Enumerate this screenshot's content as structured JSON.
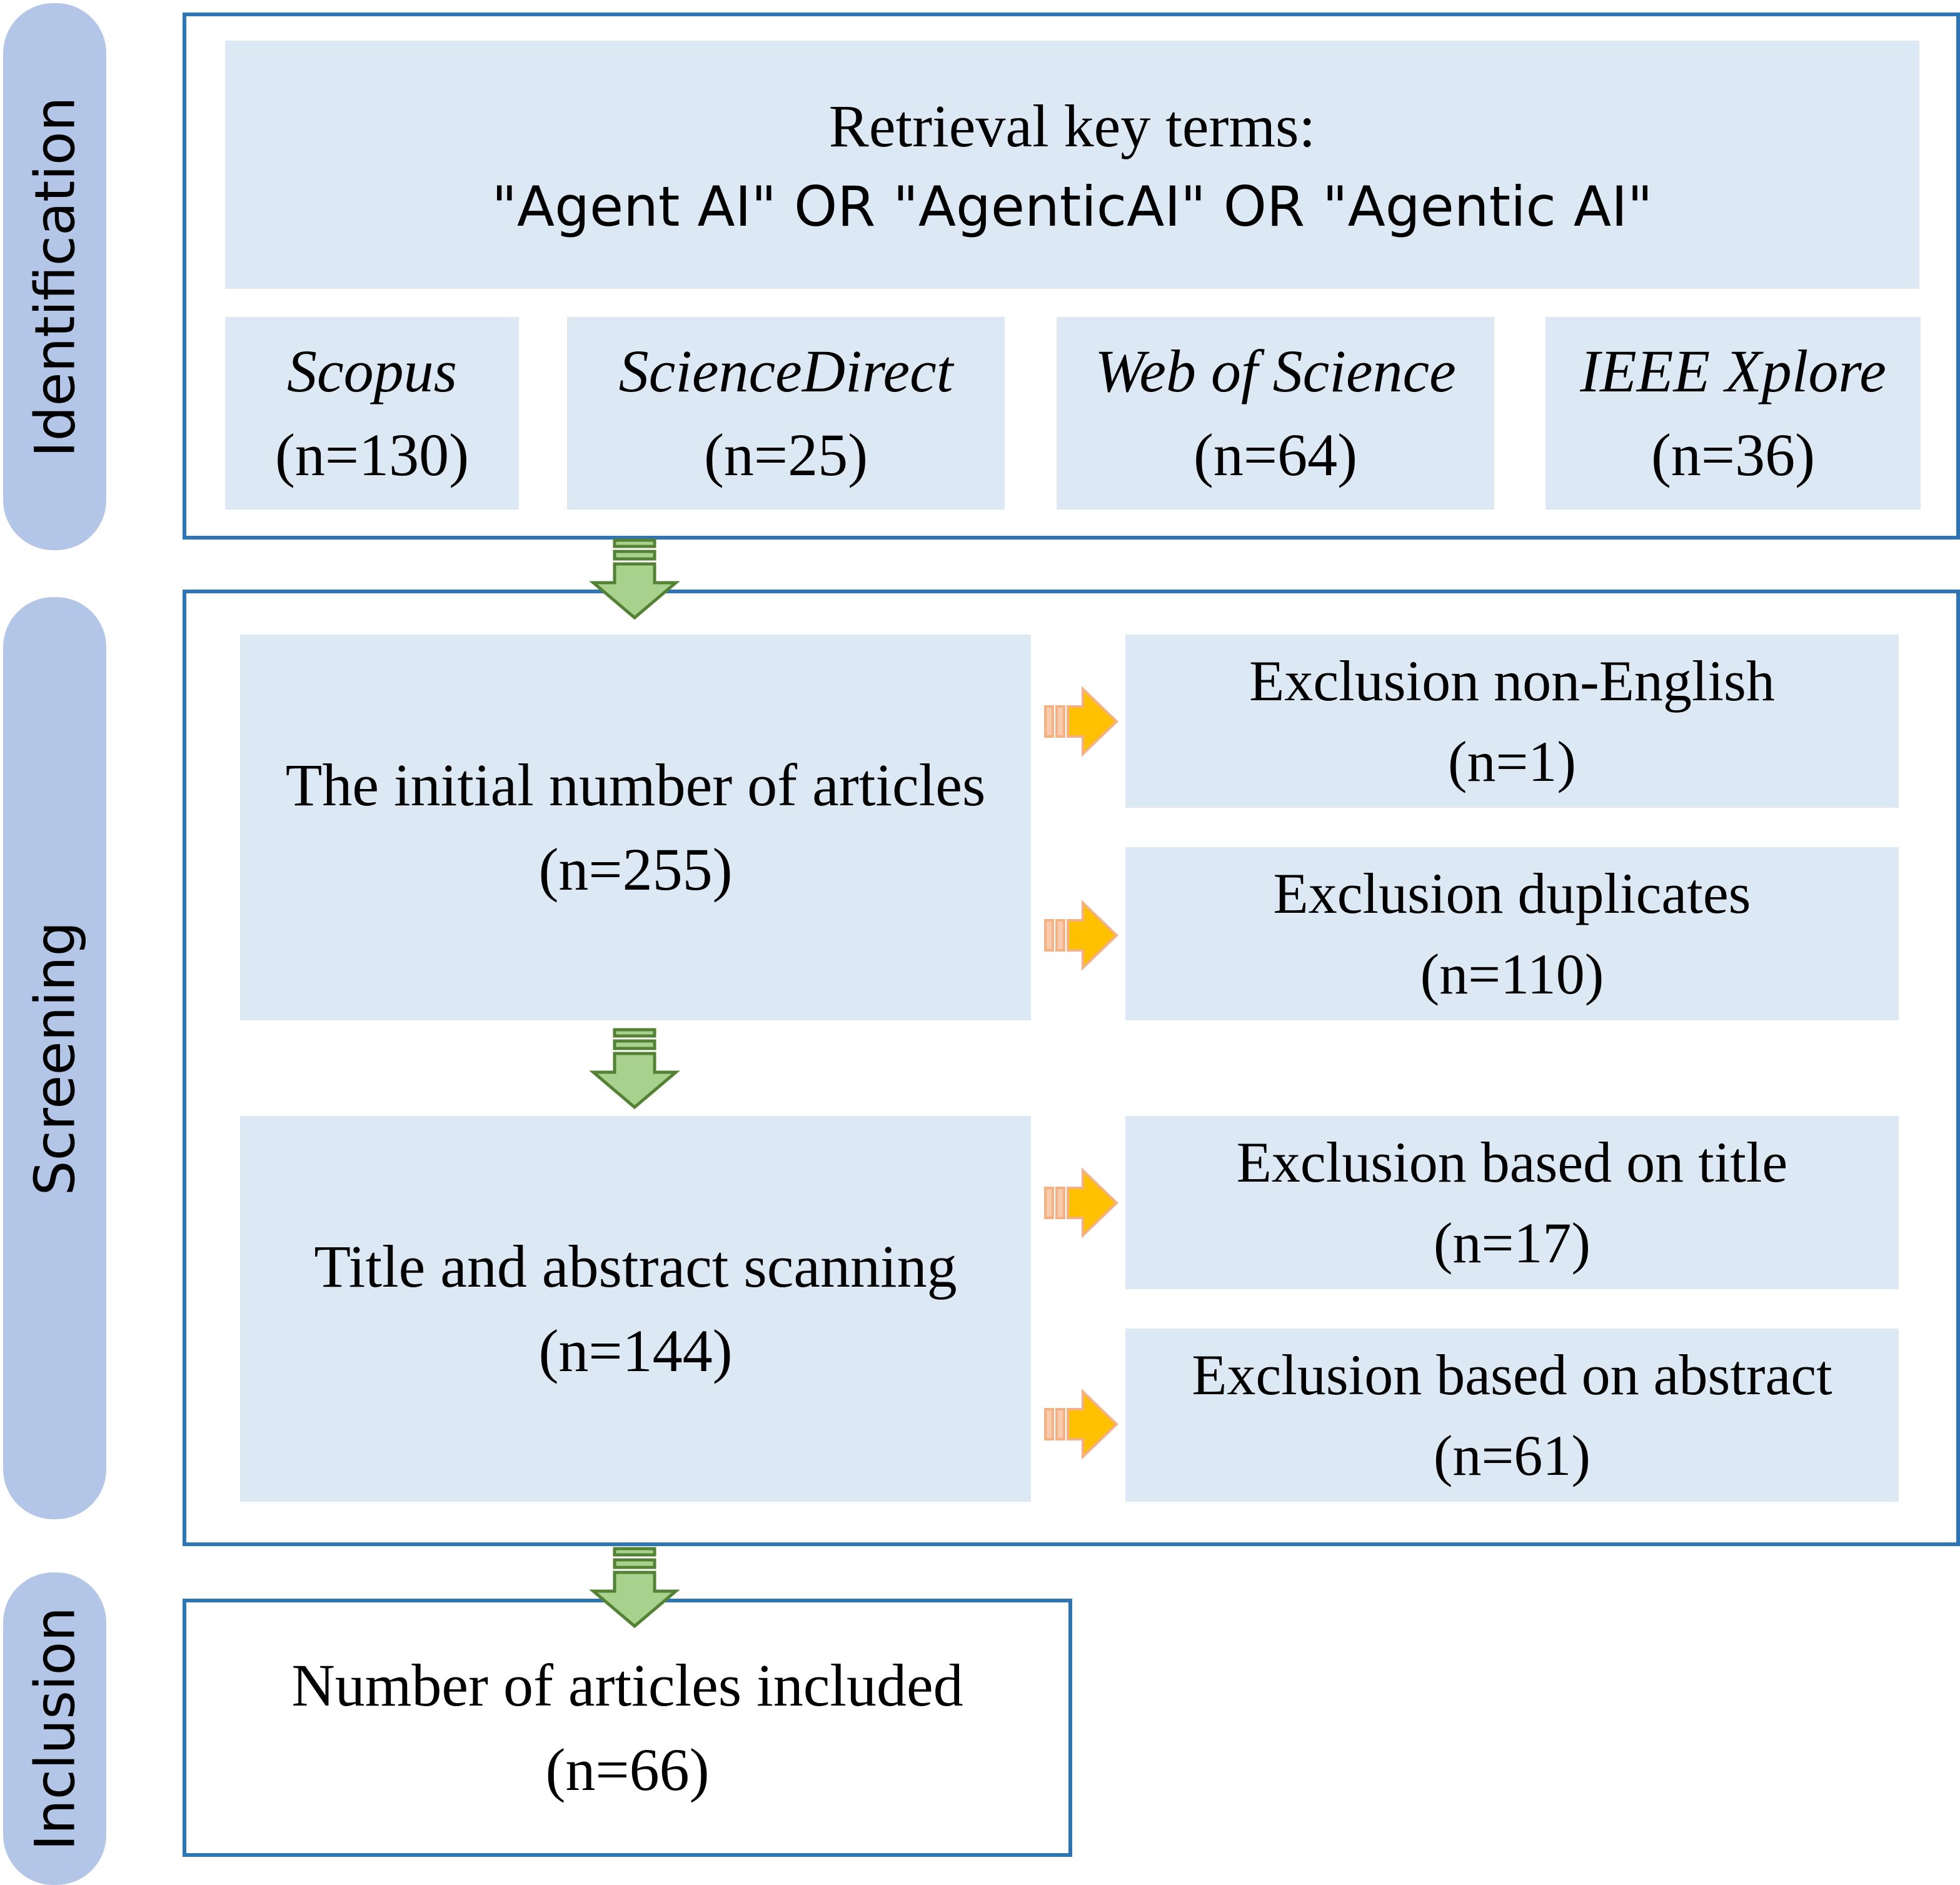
{
  "stages": {
    "identification": "Identification",
    "screening": "Screening",
    "inclusion": "Inclusion"
  },
  "retrieval": {
    "title": "Retrieval key terms:",
    "query": "\"Agent AI\" OR \"AgenticAI\" OR \"Agentic AI\""
  },
  "databases": [
    {
      "name": "Scopus",
      "count": "(n=130)"
    },
    {
      "name": "ScienceDirect",
      "count": "(n=25)"
    },
    {
      "name": "Web of Science",
      "count": "(n=64)"
    },
    {
      "name": "IEEE Xplore",
      "count": "(n=36)"
    }
  ],
  "initial": {
    "label": "The initial number of articles",
    "count": "(n=255)"
  },
  "scanning": {
    "label": "Title and abstract scanning",
    "count": "(n=144)"
  },
  "exclusions": [
    {
      "label": "Exclusion non-English",
      "count": "(n=1)"
    },
    {
      "label": "Exclusion duplicates",
      "count": "(n=110)"
    },
    {
      "label": "Exclusion based on title",
      "count": "(n=17)"
    },
    {
      "label": "Exclusion based on abstract",
      "count": "(n=61)"
    }
  ],
  "included": {
    "label": "Number of articles included",
    "count": "(n=66)"
  },
  "colors": {
    "stage_pill": "#b4c6e7",
    "frame_border": "#2e75b6",
    "box_fill": "#dde8f5",
    "down_arrow": "#a9d18e",
    "side_arrow": "#ffc000"
  }
}
